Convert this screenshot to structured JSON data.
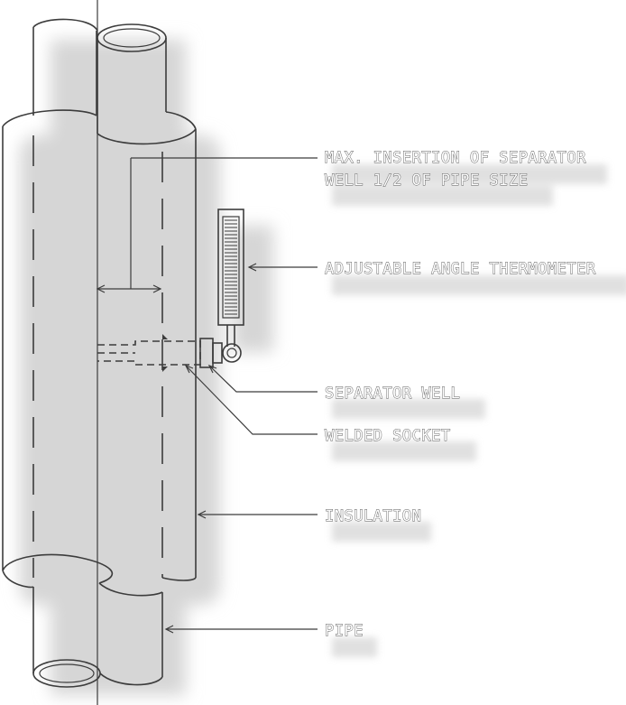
{
  "labels": {
    "insertion_line1": "MAX. INSERTION OF SEPARATOR",
    "insertion_line2": "WELL 1/2 OF PIPE SIZE",
    "thermometer": "ADJUSTABLE ANGLE THERMOMETER",
    "separator_well": "SEPARATOR WELL",
    "welded_socket": "WELDED SOCKET",
    "insulation": "INSULATION",
    "pipe": "PIPE"
  }
}
